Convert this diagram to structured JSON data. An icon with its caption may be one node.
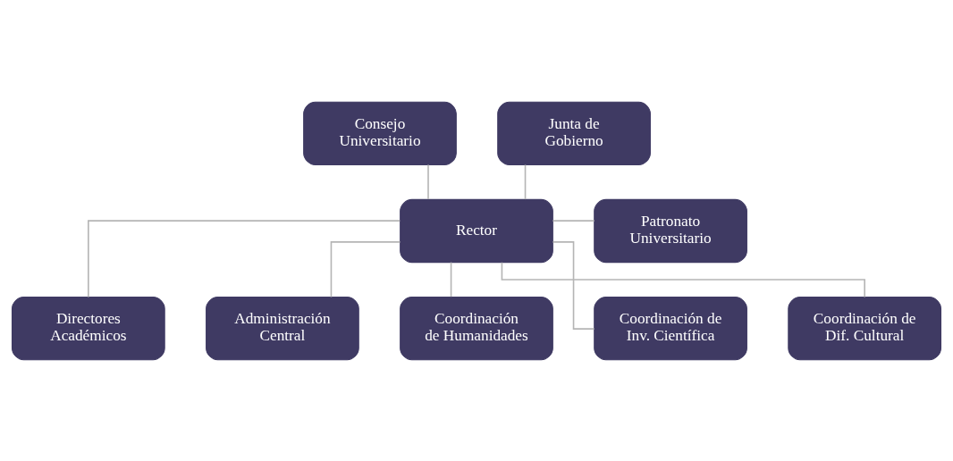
{
  "diagram": {
    "nodes": [
      {
        "text": [
          "Consejo Universitario"
        ]
      },
      {
        "text": [
          "Junta de Gobierno"
        ]
      },
      {
        "text": [
          "Rector"
        ]
      },
      {
        "text": [
          "Patronato Universitario"
        ]
      },
      {
        "text": [
          "Directores Académicos"
        ]
      },
      {
        "text": [
          "Administración Central"
        ]
      },
      {
        "text": [
          "Coordinación de Humanidades"
        ]
      },
      {
        "text": [
          "Coordinación de Inv. Científica"
        ]
      },
      {
        "text": [
          "Coordinación de Dif. Cultural"
        ]
      }
    ],
    "edges": [
      {
        "from": 0,
        "to": 2,
        "arrow": "none"
      },
      {
        "from": 1,
        "to": 2,
        "arrow": "none"
      },
      {
        "from": 2,
        "to": 3,
        "arrow": "none"
      },
      {
        "from": 2,
        "to": 4,
        "arrow": "none"
      },
      {
        "from": 2,
        "to": 5,
        "arrow": "none"
      },
      {
        "from": 2,
        "to": 6,
        "arrow": "none"
      },
      {
        "from": 2,
        "to": 7,
        "arrow": "none"
      },
      {
        "from": 2,
        "to": 8,
        "arrow": "none"
      }
    ]
  }
}
